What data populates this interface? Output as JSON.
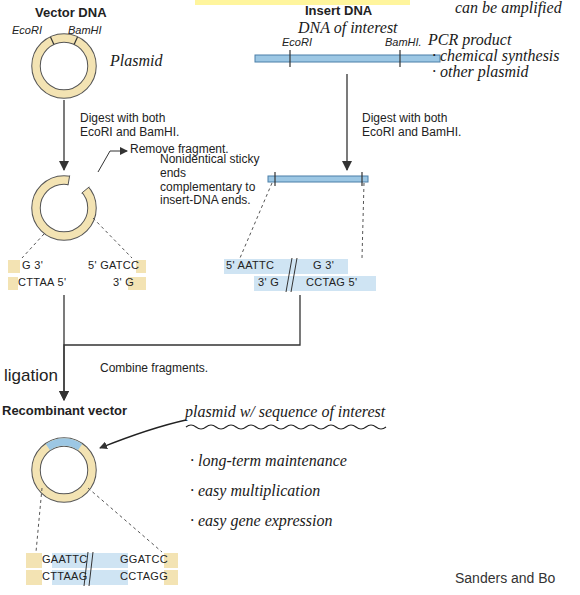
{
  "diagram": {
    "nodes": [
      {
        "text": [
          "Vector DNA",
          "EcoRI",
          "BamHI"
        ]
      },
      {
        "text": [
          "Insert DNA",
          "EcoRI",
          "BamHI."
        ]
      },
      {
        "text": [
          "G 3'",
          "CTTAA 5'",
          "5' GATCC",
          "3' G"
        ]
      },
      {
        "text": [
          "5' AATTC",
          "G 3'",
          "3' G",
          "CCTAG 5'"
        ]
      },
      {
        "text": [
          "Recombinant vector",
          "GAATTC",
          "GGATCC",
          "CTTAAG",
          "CCTAGG"
        ]
      }
    ],
    "edges": [
      {
        "from": 0,
        "to": 2,
        "arrow": "to",
        "label": "Digest with both EcoRI and BamHI."
      },
      {
        "from": 1,
        "to": 3,
        "arrow": "to",
        "label": "Digest with both EcoRI and BamHI."
      },
      {
        "from": 2,
        "to": 4,
        "arrow": "to",
        "label": "Combine fragments."
      },
      {
        "from": 3,
        "to": 4,
        "arrow": "to"
      }
    ],
    "labels": [
      "can be amplified",
      "Plasmid",
      "DNA of interest",
      "PCR product",
      "· chemical synthesis",
      "· other plasmid",
      "Remove fragment.",
      "Nonidentical sticky ends complementary to insert-DNA ends.",
      "ligation",
      "plasmid w/ sequence of interest",
      "· long-term maintenance",
      "· easy multiplication",
      "· easy gene expression",
      "Sanders and Bo"
    ]
  }
}
